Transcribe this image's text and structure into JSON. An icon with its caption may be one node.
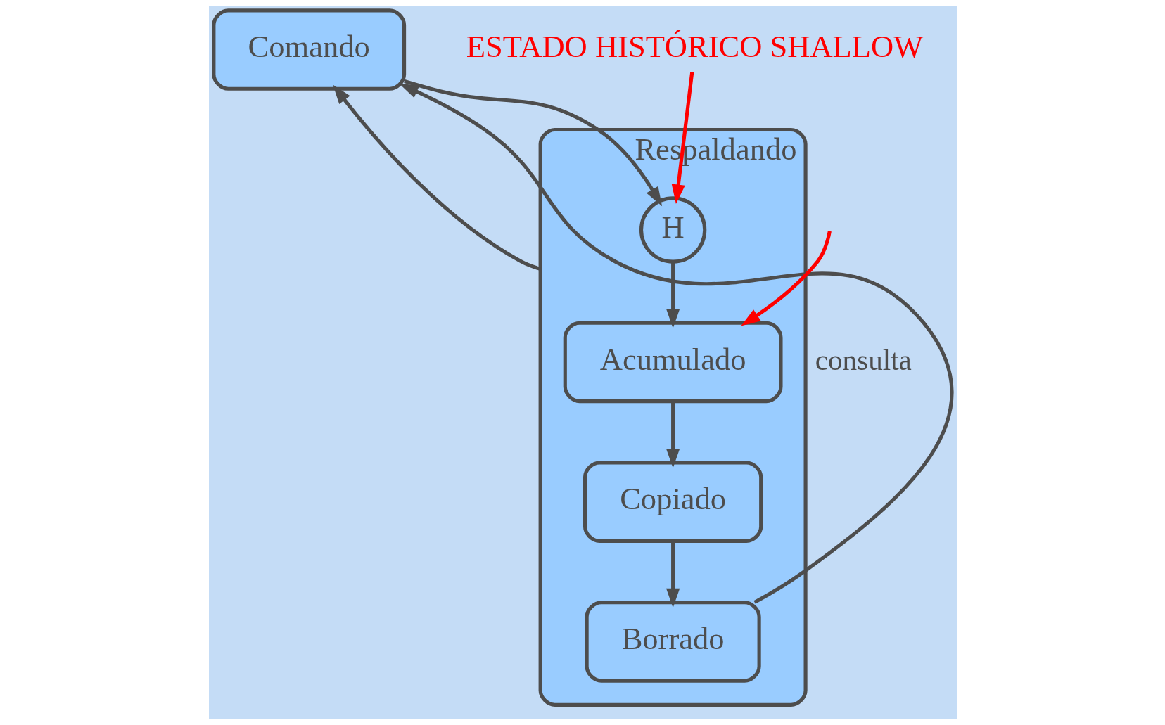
{
  "diagram": {
    "nodes": [
      {
        "text": [
          "Respaldando"
        ]
      },
      {
        "text": [
          "Comando"
        ]
      },
      {
        "text": [
          "H"
        ],
        "in": 0
      },
      {
        "text": [
          "Acumulado"
        ],
        "in": 0
      },
      {
        "text": [
          "Copiado"
        ],
        "in": 0
      },
      {
        "text": [
          "Borrado"
        ],
        "in": 0
      },
      {
        "text": [
          "ESTADO HISTÓRICO SHALLOW"
        ]
      }
    ],
    "edges": [
      {
        "from": 1,
        "to": 2,
        "arrow": "to"
      },
      {
        "from": 2,
        "to": 3,
        "arrow": "to"
      },
      {
        "from": 0,
        "to": 1,
        "arrow": "to",
        "label": "consulta"
      },
      {
        "from": 3,
        "to": 4,
        "arrow": "to"
      },
      {
        "from": 4,
        "to": 5,
        "arrow": "to"
      },
      {
        "from": 5,
        "to": 1,
        "arrow": "to"
      },
      {
        "from": null,
        "to": 3,
        "arrow": "to",
        "color": "#ff0000"
      },
      {
        "from": 6,
        "to": 2,
        "arrow": "to",
        "color": "#ff0000"
      }
    ]
  }
}
